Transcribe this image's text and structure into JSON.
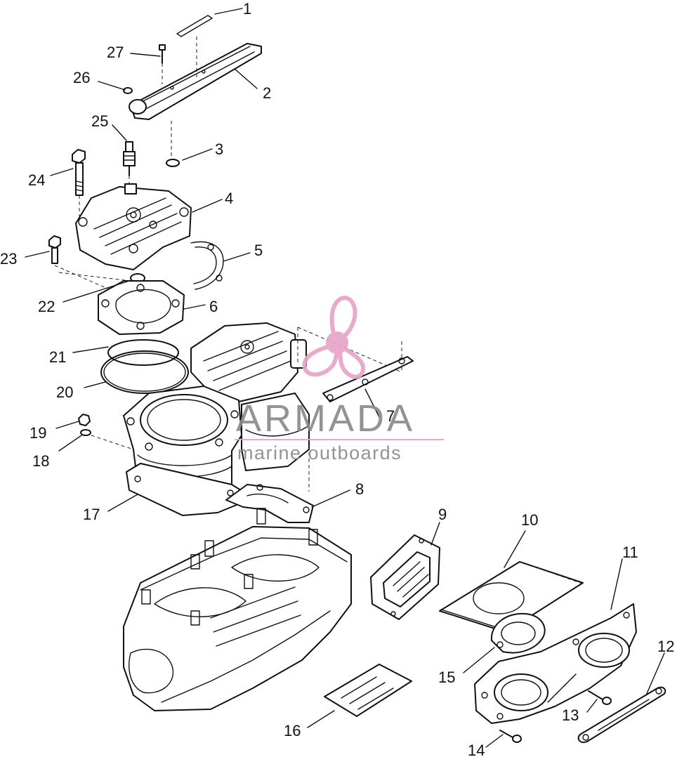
{
  "watermark": {
    "brand": "ARMADA",
    "tagline": "marine outboards",
    "brand_color": "#8a8a8a",
    "accent_color": "#e8a4c8"
  },
  "callouts": [
    "1",
    "2",
    "3",
    "4",
    "5",
    "6",
    "7",
    "8",
    "9",
    "10",
    "11",
    "12",
    "13",
    "14",
    "15",
    "16",
    "17",
    "18",
    "19",
    "20",
    "21",
    "22",
    "23",
    "24",
    "25",
    "26",
    "27"
  ]
}
